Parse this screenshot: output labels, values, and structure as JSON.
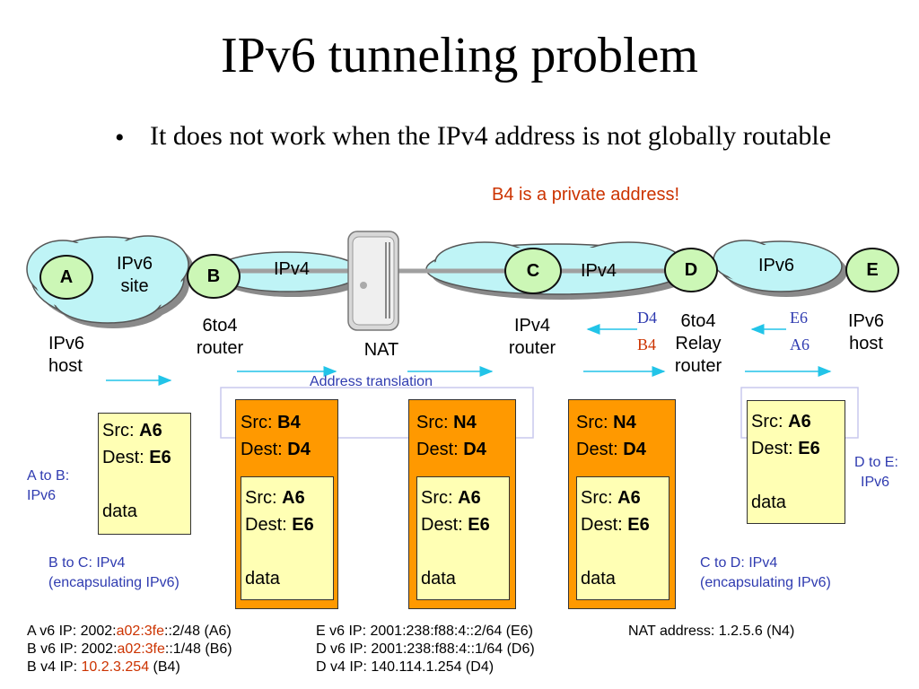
{
  "title": "IPv6 tunneling problem",
  "bullet": "It does not work when the IPv4 address is not globally routable",
  "private_note": "B4 is a private address!",
  "clouds": {
    "left_label": [
      "IPv6",
      "site"
    ],
    "mid_label": "IPv4",
    "ipv4_right_label": "IPv4",
    "right_label": "IPv6"
  },
  "nodes": {
    "a": "A",
    "b": "B",
    "c": "C",
    "d": "D",
    "e": "E"
  },
  "labels": {
    "ipv6_host_left": [
      "IPv6",
      "host"
    ],
    "sixto4_router": [
      "6to4",
      "router"
    ],
    "nat": "NAT",
    "ipv4_router": [
      "IPv4",
      "router"
    ],
    "relay_router": [
      "6to4",
      "Relay",
      "router"
    ],
    "ipv6_host_right": [
      "IPv6",
      "host"
    ],
    "d4": "D4",
    "b4": "B4",
    "e6": "E6",
    "a6": "A6",
    "address_translation": "Address translation"
  },
  "packets": {
    "p1": {
      "src": "A6",
      "dest": "E6",
      "data": "data"
    },
    "p2": {
      "outer_src": "B4",
      "outer_dest": "D4",
      "src": "A6",
      "dest": "E6",
      "data": "data"
    },
    "p3": {
      "outer_src": "N4",
      "outer_dest": "D4",
      "src": "A6",
      "dest": "E6",
      "data": "data"
    },
    "p4": {
      "outer_src": "N4",
      "outer_dest": "D4",
      "src": "A6",
      "dest": "E6",
      "data": "data"
    },
    "p5": {
      "src": "A6",
      "dest": "E6",
      "data": "data"
    },
    "src_label": "Src: ",
    "dest_label": "Dest: "
  },
  "hop_labels": {
    "a_to_b": [
      "A to B:",
      "IPv6"
    ],
    "b_to_c": [
      "B to C: IPv4",
      "(encapsulating IPv6)"
    ],
    "c_to_d": [
      "C to D: IPv4",
      "(encapsulating IPv6)"
    ],
    "d_to_e": [
      "D to E:",
      "IPv6"
    ]
  },
  "addresses": {
    "a_v6_pre": "A v6 IP: 2002:",
    "a_v6_red": "a02:3fe",
    "a_v6_post": "::2/48 (A6)",
    "b_v6_pre": "B v6 IP: 2002:",
    "b_v6_red": "a02:3fe",
    "b_v6_post": "::1/48 (B6)",
    "b_v4_pre": "B v4 IP: ",
    "b_v4_red": "10.2.3.254",
    "b_v4_post": " (B4)",
    "e_v6": "E v6 IP: 2001:238:f88:4::2/64 (E6)",
    "d_v6": "D v6 IP: 2001:238:f88:4::1/64 (D6)",
    "d_v4": "D v4 IP: 140.114.1.254 (D4)",
    "nat": "NAT address: 1.2.5.6 (N4)"
  },
  "colors": {
    "cloud_fill": "#bff4f6",
    "node_fill": "#ccf7b6",
    "packet_yellow": "#ffffb4",
    "packet_orange": "#ff9900",
    "note_red": "#cc3300",
    "note_blue": "#2f3bb0"
  }
}
